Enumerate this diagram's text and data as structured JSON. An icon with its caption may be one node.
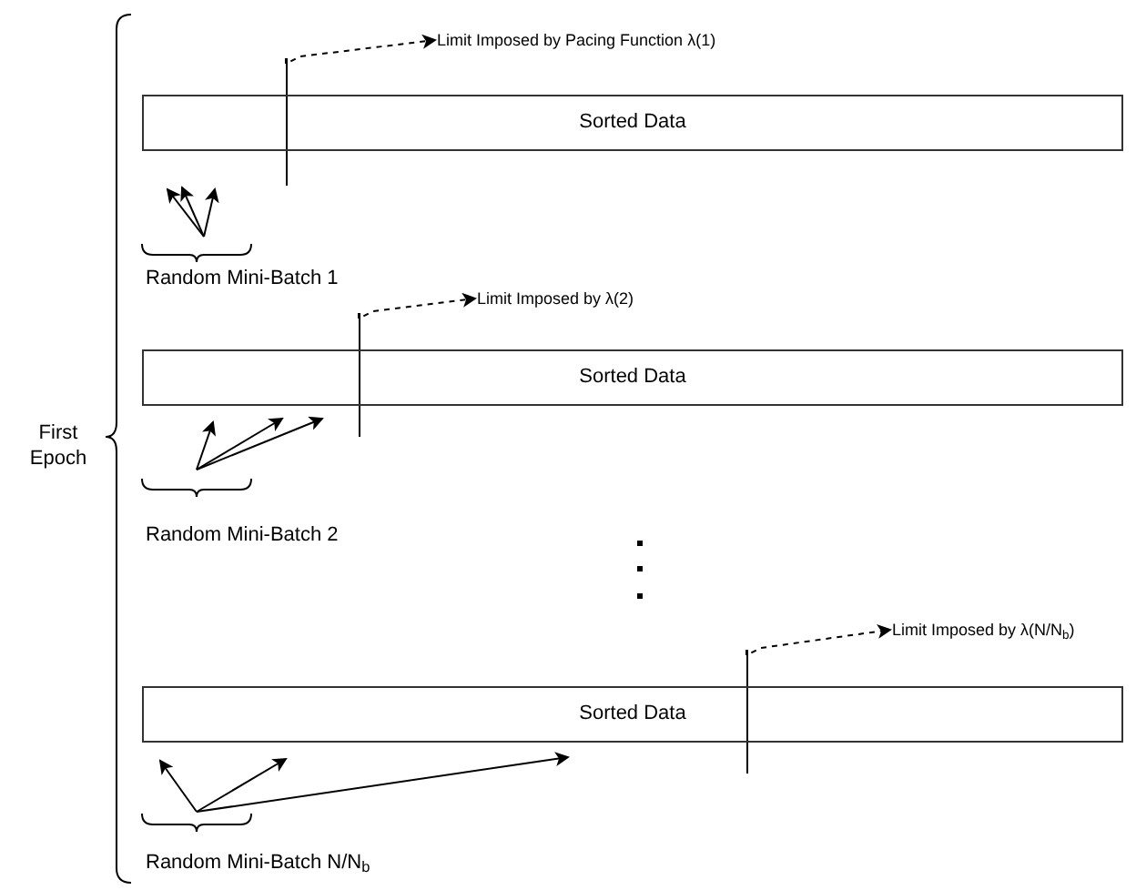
{
  "diagram": {
    "nodes": [
      {
        "text": [
          "Limit Imposed by Pacing Function λ(1)"
        ]
      },
      {
        "text": [],
        "shape": "bar"
      },
      {
        "text": [
          "Sorted Data"
        ]
      },
      {
        "text": [
          "Limit Imposed by λ(2)"
        ]
      },
      {
        "text": [],
        "shape": "bar"
      },
      {
        "text": [
          "Sorted Data"
        ]
      },
      {
        "text": [
          "Limit Imposed by λ(N/N$_{b}$)"
        ]
      },
      {
        "text": [],
        "shape": "bar"
      },
      {
        "text": [
          "Sorted Data"
        ]
      }
    ],
    "edges": [
      {
        "from": 1,
        "to": 0,
        "arrow": "to",
        "style": "dashed"
      },
      {
        "from": 4,
        "to": 3,
        "arrow": "to",
        "style": "dashed"
      },
      {
        "from": 7,
        "to": 6,
        "arrow": "to",
        "style": "dashed"
      }
    ],
    "labels": [
      "First Epoch",
      "Random Mini-Batch 1",
      "Random Mini-Batch 2",
      "Random Mini-Batch N/N$_{b}$"
    ]
  }
}
